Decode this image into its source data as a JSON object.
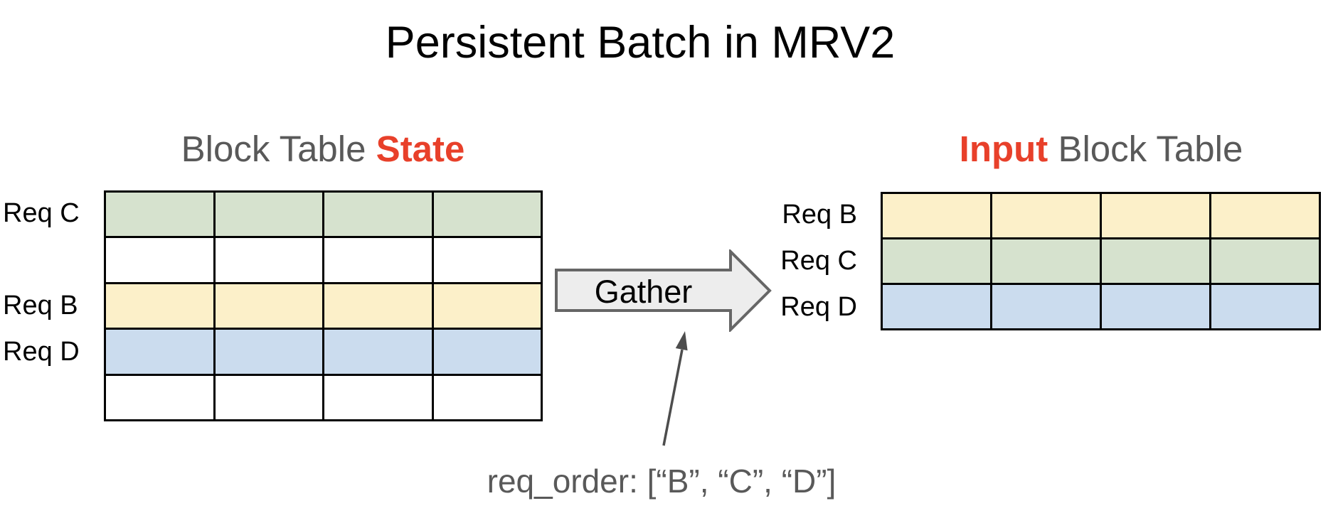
{
  "title": "Persistent Batch in MRV2",
  "left_table": {
    "heading": {
      "plain": "Block Table ",
      "accent": "State"
    },
    "columns": 4,
    "rows": [
      {
        "label": "Req C",
        "fill": "cell_green"
      },
      {
        "label": "",
        "fill": "cell_white"
      },
      {
        "label": "Req B",
        "fill": "cell_yellow"
      },
      {
        "label": "Req D",
        "fill": "cell_blue"
      },
      {
        "label": "",
        "fill": "cell_white"
      }
    ]
  },
  "right_table": {
    "heading": {
      "accent": "Input",
      "plain": " Block Table"
    },
    "columns": 4,
    "rows": [
      {
        "label": "Req B",
        "fill": "cell_yellow"
      },
      {
        "label": "Req C",
        "fill": "cell_green"
      },
      {
        "label": "Req D",
        "fill": "cell_blue"
      }
    ]
  },
  "gather": {
    "label": "Gather"
  },
  "footnote": {
    "text": "req_order: [“B”, “C”, “D”]"
  },
  "colors": {
    "accent_red": "#E8402A",
    "heading_gray": "#595959",
    "table_border": "#000000",
    "cell_green": "#D6E2CE",
    "cell_yellow": "#FCF0C9",
    "cell_blue": "#CBDCEE",
    "cell_white": "#FFFFFF",
    "arrow_fill": "#EDEDED",
    "arrow_stroke": "#666666",
    "annotation_arrow": "#4D4D4D"
  }
}
